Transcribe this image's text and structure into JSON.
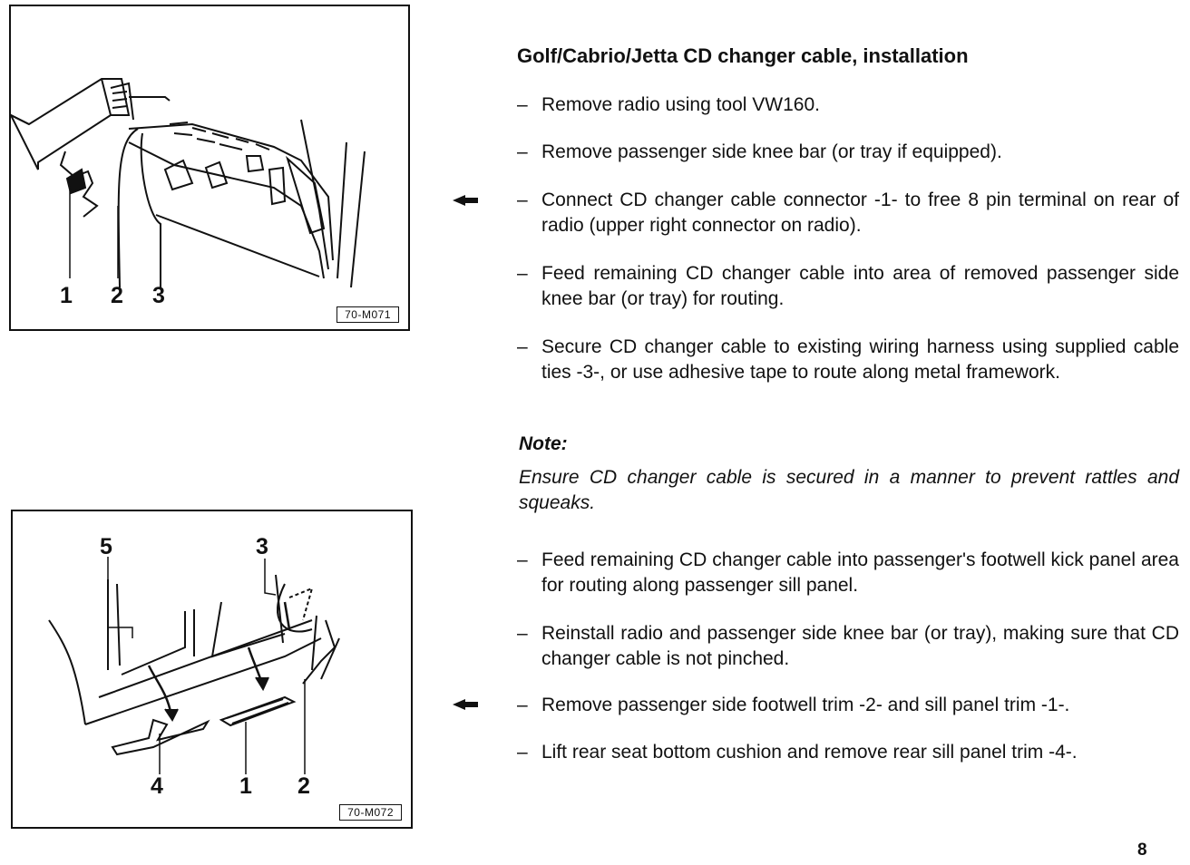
{
  "figures": [
    {
      "code": "70-M071",
      "callouts": [
        "1",
        "2",
        "3"
      ]
    },
    {
      "code": "70-M072",
      "callouts": [
        "5",
        "3",
        "4",
        "1",
        "2"
      ]
    }
  ],
  "heading": "Golf/Cabrio/Jetta CD changer cable, installation",
  "steps_a": [
    {
      "dash": "–",
      "text": "Remove radio using tool VW160."
    },
    {
      "dash": "–",
      "text": "Remove passenger side knee bar (or tray if equipped)."
    },
    {
      "dash": "–",
      "text": "Connect CD changer cable connector -1- to free 8 pin terminal on rear of radio (upper right connector on radio)."
    },
    {
      "dash": "–",
      "text": "Feed remaining CD changer cable into area of removed passenger side knee bar (or tray) for routing."
    },
    {
      "dash": "–",
      "text": "Secure CD changer cable to existing wiring harness using supplied cable ties -3-, or use adhesive tape to route along metal framework."
    }
  ],
  "note": {
    "title": "Note:",
    "body": "Ensure CD changer cable is secured in a manner to prevent rattles and squeaks."
  },
  "steps_b": [
    {
      "dash": "–",
      "text": "Feed remaining CD changer cable into passenger's footwell kick panel area for routing along passenger sill panel."
    },
    {
      "dash": "–",
      "text": "Reinstall radio and passenger side knee bar (or tray), making sure that CD changer cable is not pinched."
    },
    {
      "dash": "–",
      "text": "Remove passenger side footwell trim -2- and sill panel trim -1-."
    },
    {
      "dash": "–",
      "text": "Lift rear seat bottom cushion and remove rear sill panel trim -4-."
    }
  ],
  "page_number": "8",
  "colors": {
    "ink": "#111111",
    "paper": "#ffffff"
  }
}
